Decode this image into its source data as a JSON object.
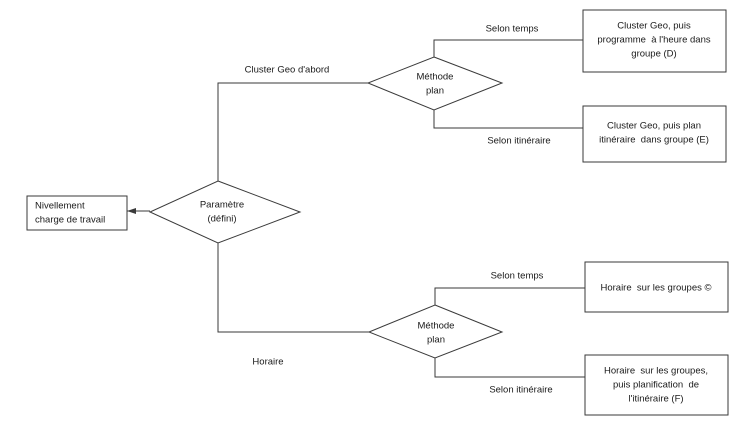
{
  "diagram": {
    "type": "flowchart",
    "title": "",
    "background_color": "#ffffff",
    "line_color": "#3a3a3a",
    "text_color": "#1a1a1a",
    "nodes": {
      "start_box": {
        "shape": "rectangle",
        "line1": "Nivellement",
        "line2": "charge de travail"
      },
      "decision_parametre": {
        "shape": "diamond",
        "line1": "Paramètre",
        "line2": "(défini)"
      },
      "decision_methode_top": {
        "shape": "diamond",
        "line1": "Méthode",
        "line2": "plan"
      },
      "decision_methode_bottom": {
        "shape": "diamond",
        "line1": "Méthode",
        "line2": "plan"
      },
      "result_d": {
        "shape": "rectangle",
        "line1": "Cluster Geo, puis",
        "line2": "programme  à l'heure dans",
        "line3": "groupe (D)"
      },
      "result_e": {
        "shape": "rectangle",
        "line1": "Cluster Geo, puis plan",
        "line2": "itinéraire  dans groupe (E)",
        "line3": ""
      },
      "result_c": {
        "shape": "rectangle",
        "line1": "Horaire  sur les groupes ©",
        "line2": "",
        "line3": ""
      },
      "result_f": {
        "shape": "rectangle",
        "line1": "Horaire  sur les groupes,",
        "line2": "puis planification  de",
        "line3": "l'itinéraire (F)"
      }
    },
    "edge_labels": {
      "cluster_geo_dabord": "Cluster Geo d'abord",
      "horaire": "Horaire",
      "selon_temps_top": "Selon temps",
      "selon_itineraire_top": "Selon itinéraire",
      "selon_temps_bottom": "Selon temps",
      "selon_itineraire_bottom": "Selon itinéraire"
    }
  }
}
